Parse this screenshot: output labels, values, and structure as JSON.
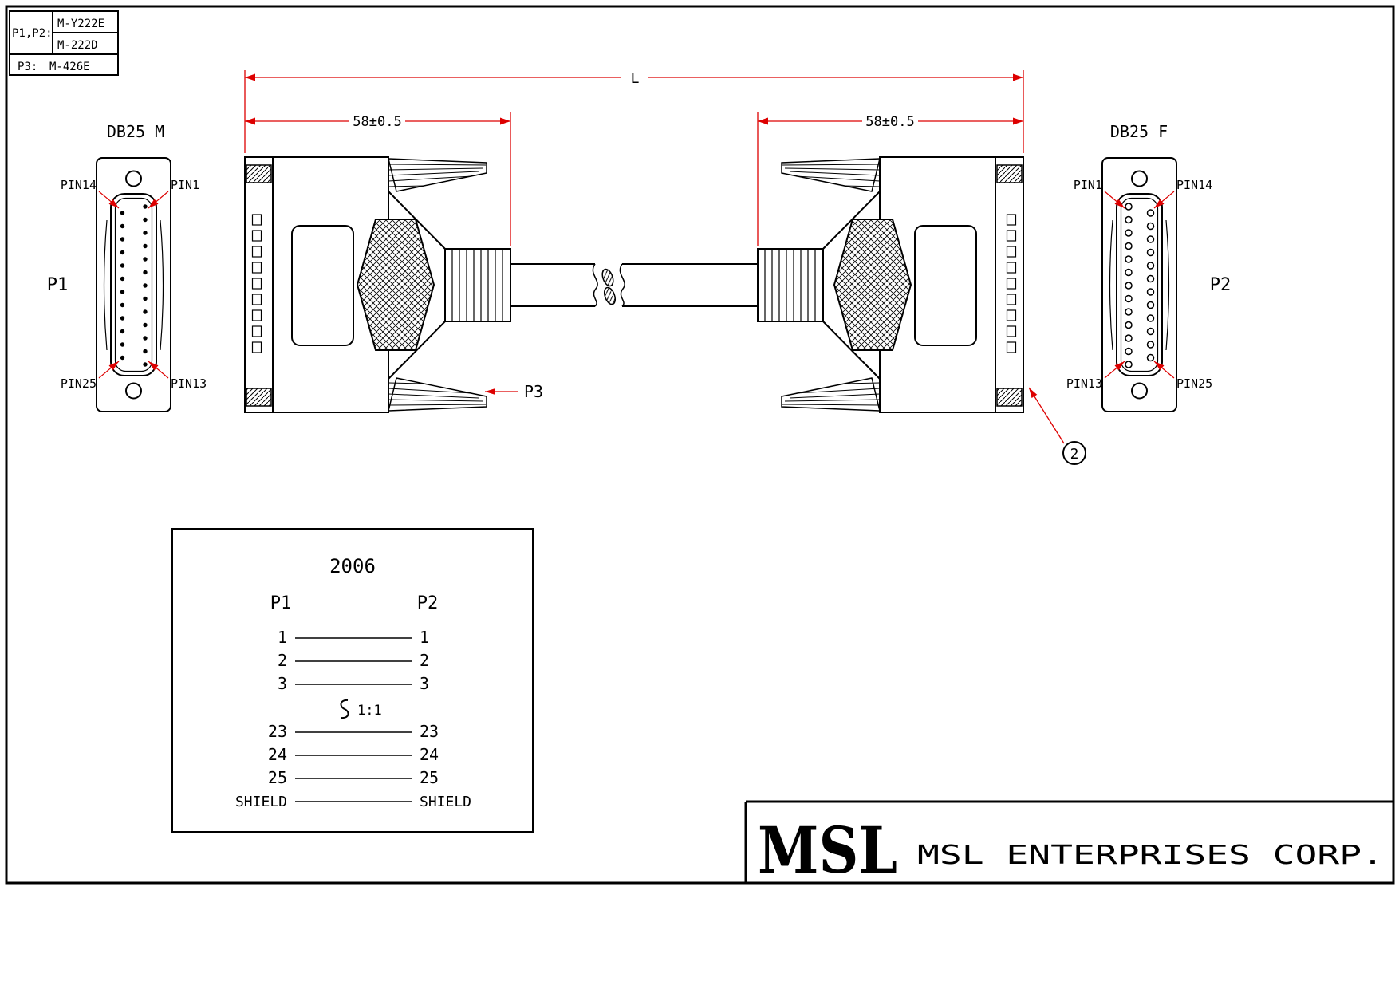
{
  "part_table": {
    "label_p1p2": "P1,P2:",
    "value1": "M-Y222E",
    "value2": "M-222D",
    "label_p3": "P3:",
    "value3": "M-426E"
  },
  "left_connector": {
    "title": "DB25 M",
    "ref": "P1",
    "pin_top_left": "PIN14",
    "pin_top_right": "PIN1",
    "pin_bottom_left": "PIN25",
    "pin_bottom_right": "PIN13"
  },
  "right_connector": {
    "title": "DB25 F",
    "ref": "P2",
    "pin_top_left": "PIN1",
    "pin_top_right": "PIN14",
    "pin_bottom_left": "PIN13",
    "pin_bottom_right": "PIN25"
  },
  "dimensions": {
    "overall": "L",
    "left": "58±0.5",
    "right": "58±0.5"
  },
  "callouts": {
    "p3": "P3",
    "balloon": "2"
  },
  "wiring_diagram": {
    "title": "2006",
    "left_header": "P1",
    "right_header": "P2",
    "continuation": "1:1",
    "rows": [
      {
        "left": "1",
        "right": "1"
      },
      {
        "left": "2",
        "right": "2"
      },
      {
        "left": "3",
        "right": "3"
      },
      {
        "left": "23",
        "right": "23"
      },
      {
        "left": "24",
        "right": "24"
      },
      {
        "left": "25",
        "right": "25"
      },
      {
        "left": "SHIELD",
        "right": "SHIELD"
      }
    ]
  },
  "title_block": {
    "logo": "MSL",
    "company": "MSL ENTERPRISES CORP."
  },
  "colors": {
    "dimension": "#dd0000",
    "logo_blue": "#2626cc",
    "line": "#000000"
  }
}
